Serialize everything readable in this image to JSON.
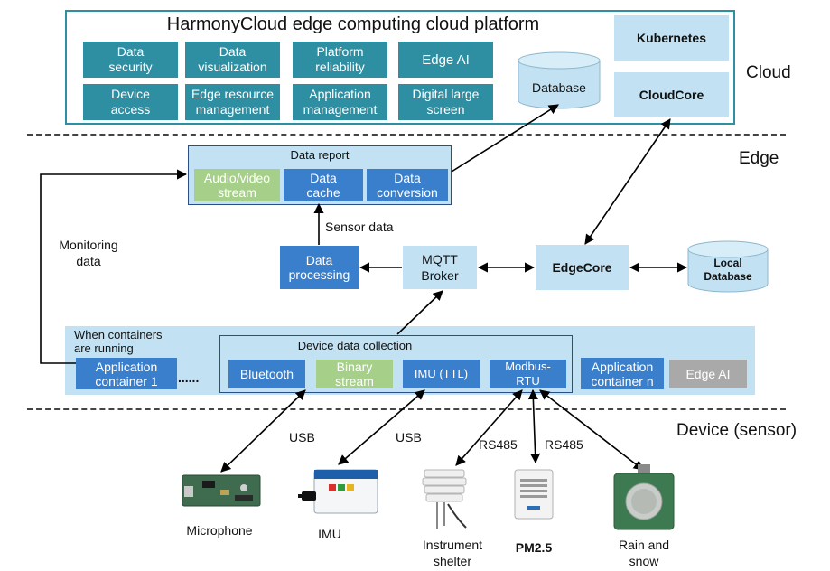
{
  "zones": {
    "cloud": "Cloud",
    "edge": "Edge",
    "device": "Device (sensor)"
  },
  "cloud": {
    "title": "HarmonyCloud edge computing cloud platform",
    "modules": [
      [
        "Data",
        "security"
      ],
      [
        "Data",
        "visualization"
      ],
      [
        "Platform",
        "reliability"
      ],
      [
        "Edge AI"
      ],
      [
        "Device",
        "access"
      ],
      [
        "Edge resource",
        "management"
      ],
      [
        "Application",
        "management"
      ],
      [
        "Digital large",
        "screen"
      ]
    ],
    "database": "Database",
    "kubernetes": "Kubernetes",
    "cloudcore": "CloudCore"
  },
  "edge": {
    "data_report": {
      "title": "Data report",
      "items": [
        [
          "Audio/video",
          "stream"
        ],
        [
          "Data",
          "cache"
        ],
        [
          "Data",
          "conversion"
        ]
      ]
    },
    "sensor_data": "Sensor data",
    "monitoring": [
      "Monitoring",
      "data"
    ],
    "data_processing": [
      "Data",
      "processing"
    ],
    "mqtt": [
      "MQTT",
      "Broker"
    ],
    "edgecore": "EdgeCore",
    "local_db": [
      "Local",
      "Database"
    ],
    "containers_note": [
      "When containers",
      "are running"
    ],
    "app_container_1": [
      "Application",
      "container 1"
    ],
    "ellipsis": "......",
    "collection": {
      "title": "Device data collection",
      "items": [
        [
          "Bluetooth"
        ],
        [
          "Binary",
          "stream"
        ],
        [
          "IMU (TTL)"
        ],
        [
          "Modbus-",
          "RTU"
        ]
      ]
    },
    "app_container_n": [
      "Application",
      "container n"
    ],
    "edge_ai": "Edge AI"
  },
  "links": {
    "usb1": "USB",
    "usb2": "USB",
    "rs485_1": "RS485",
    "rs485_2": "RS485"
  },
  "devices": {
    "microphone": "Microphone",
    "imu": "IMU",
    "shelter": [
      "Instrument",
      "shelter"
    ],
    "pm25": "PM2.5",
    "rain": [
      "Rain and",
      "snow"
    ]
  },
  "colors": {
    "teal": "#2e8fa3",
    "blue": "#3a7fcb",
    "green": "#a6d08a",
    "light": "#c2e2f3",
    "gray": "#a9a9a9"
  }
}
